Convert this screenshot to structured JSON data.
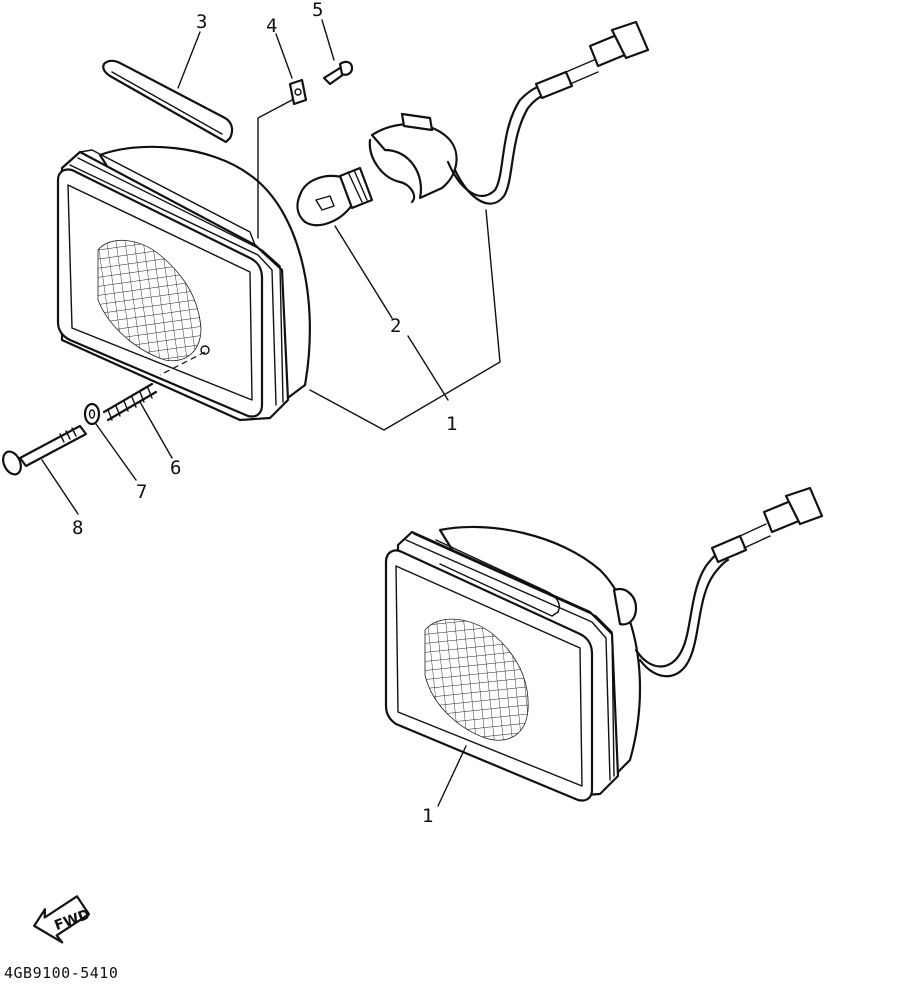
{
  "diagram": {
    "callouts": [
      {
        "id": "1a",
        "text": "1"
      },
      {
        "id": "1b",
        "text": "1"
      },
      {
        "id": "2",
        "text": "2"
      },
      {
        "id": "3",
        "text": "3"
      },
      {
        "id": "4",
        "text": "4"
      },
      {
        "id": "5",
        "text": "5"
      },
      {
        "id": "6",
        "text": "6"
      },
      {
        "id": "7",
        "text": "7"
      },
      {
        "id": "8",
        "text": "8"
      }
    ],
    "direction_label": "FWD",
    "drawing_code": "4GB9100-5410"
  }
}
